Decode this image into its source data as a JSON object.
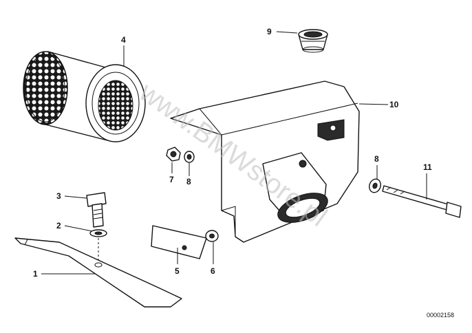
{
  "callouts": [
    "1",
    "2",
    "3",
    "4",
    "5",
    "6",
    "7",
    "8",
    "8",
    "9",
    "10",
    "11"
  ],
  "reference_number": "00002158",
  "watermark": "www.BMWstore.pl",
  "colors": {
    "line": "#111111",
    "shading": "#2b2b2b",
    "watermark": "#bdbdbd",
    "background": "#ffffff"
  }
}
